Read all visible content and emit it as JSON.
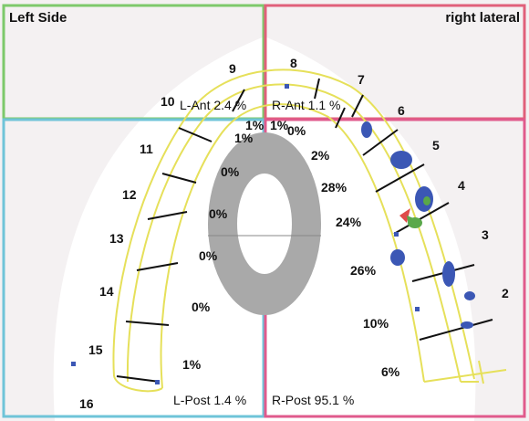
{
  "quadrants": {
    "left_side": "Left Side",
    "right_lateral": "right lateral",
    "l_ant": "L-Ant 2.4 %",
    "r_ant": "R-Ant 1.1 %",
    "l_post": "L-Post 1.4 %",
    "r_post": "R-Post 95.1 %"
  },
  "tooth_numbers": [
    "2",
    "3",
    "4",
    "5",
    "6",
    "7",
    "8",
    "9",
    "10",
    "11",
    "12",
    "13",
    "14",
    "15",
    "16"
  ],
  "left_percentages": [
    "1%",
    "1%",
    "0%",
    "0%",
    "0%",
    "0%",
    "1%"
  ],
  "right_percentages": [
    "1%",
    "0%",
    "2%",
    "28%",
    "24%",
    "26%",
    "10%",
    "6%"
  ],
  "colors": {
    "left_ant_border": "#7dc96b",
    "right_ant_border": "#e0607a",
    "left_post_border": "#6fc4d8",
    "right_post_border": "#e05a8c",
    "arch_outline": "#e6e05a",
    "center_ellipse": "#a9a9a9",
    "contact_blue": "#3b57b5",
    "contact_green": "#5aa84a"
  }
}
